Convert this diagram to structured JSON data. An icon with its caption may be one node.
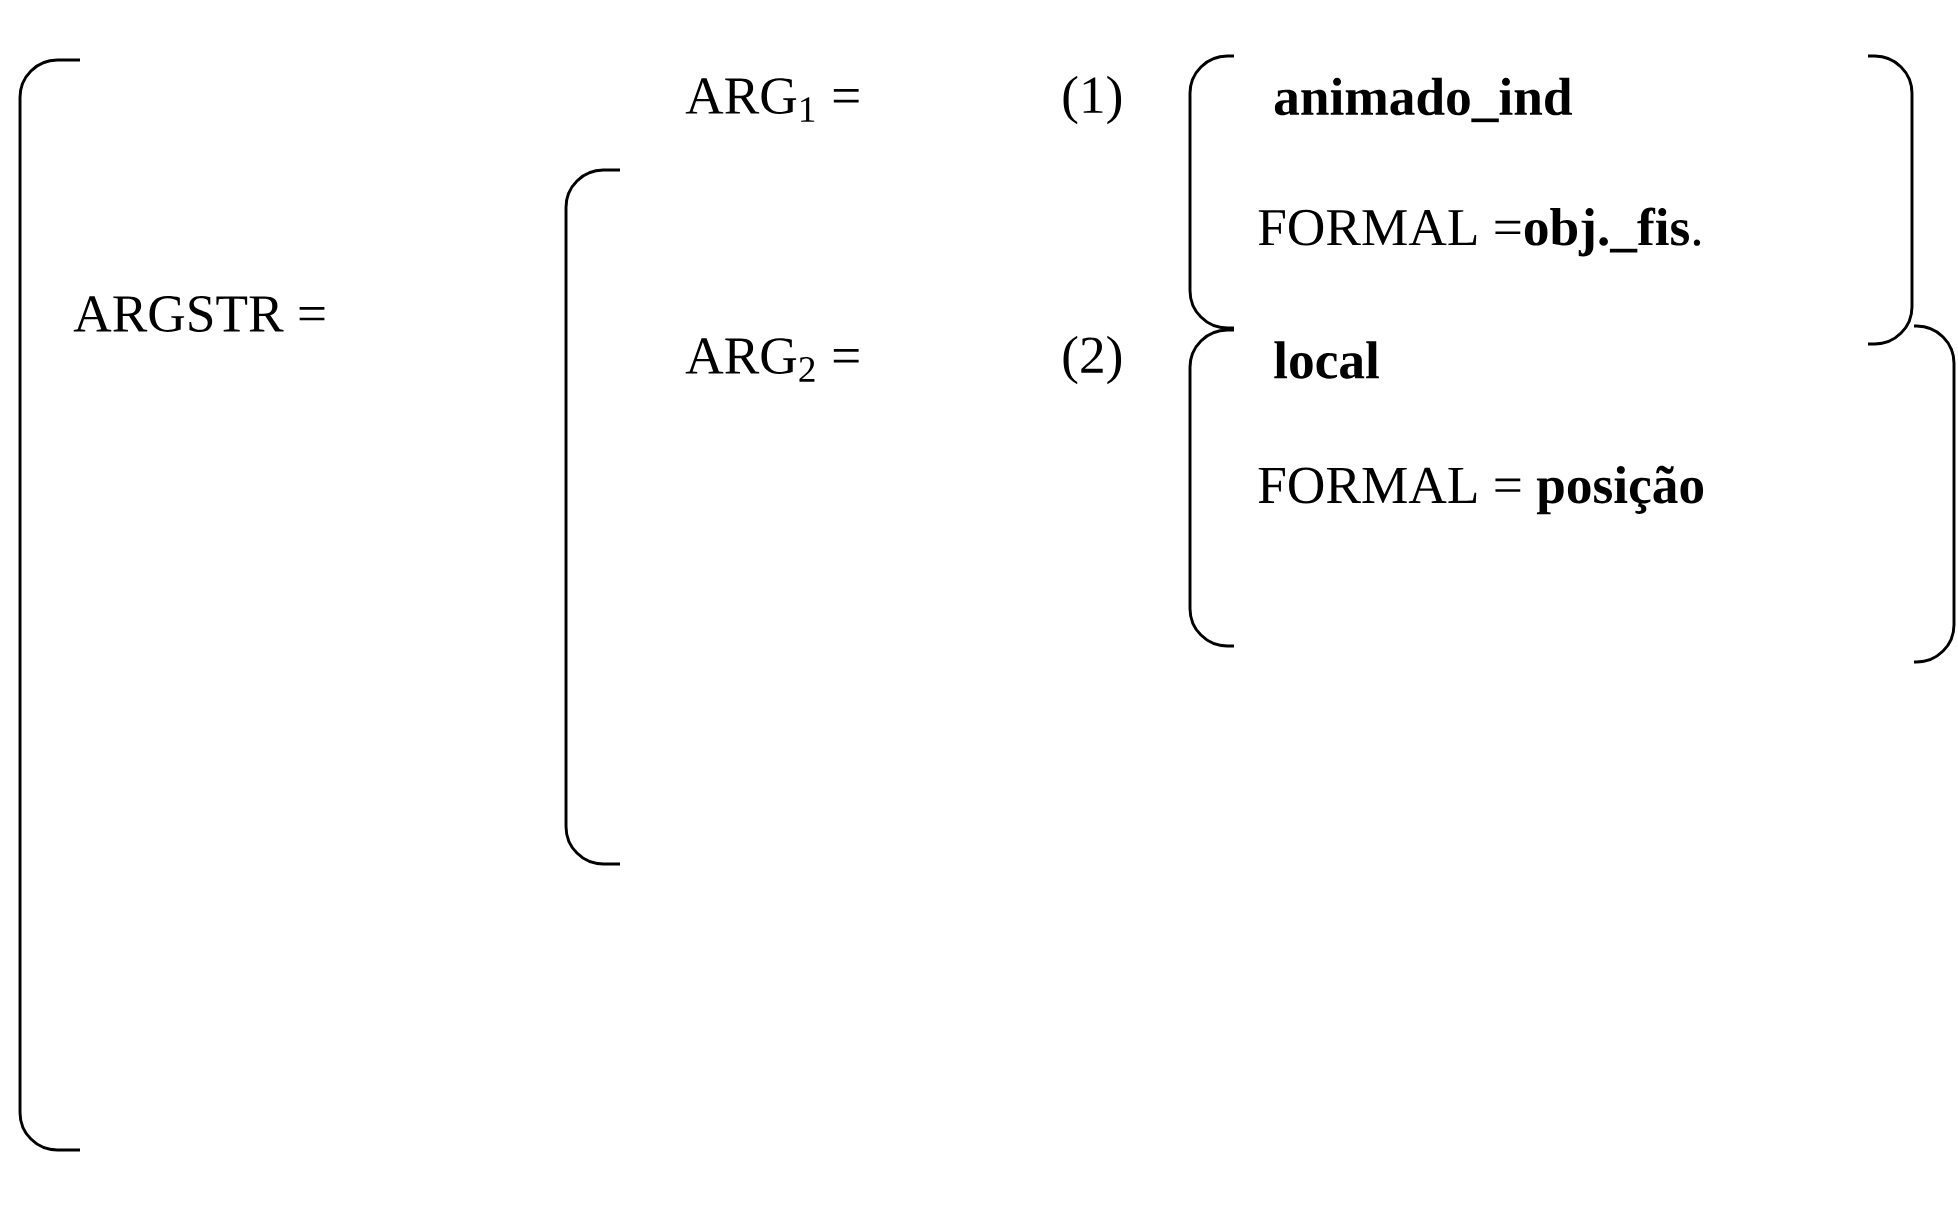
{
  "diagram": {
    "nodes": [
      {
        "text": [
          "ARGSTR ="
        ]
      },
      {
        "text": [
          "ARG$_{1}$ =",
          "(1)",
          "ARG$_{2}$ =",
          "(2)"
        ]
      },
      {
        "text": [
          "animado_ind",
          "FORMAL =**obj._fis**."
        ]
      },
      {
        "text": [
          "local",
          "FORMAL = **posição**"
        ]
      }
    ]
  }
}
